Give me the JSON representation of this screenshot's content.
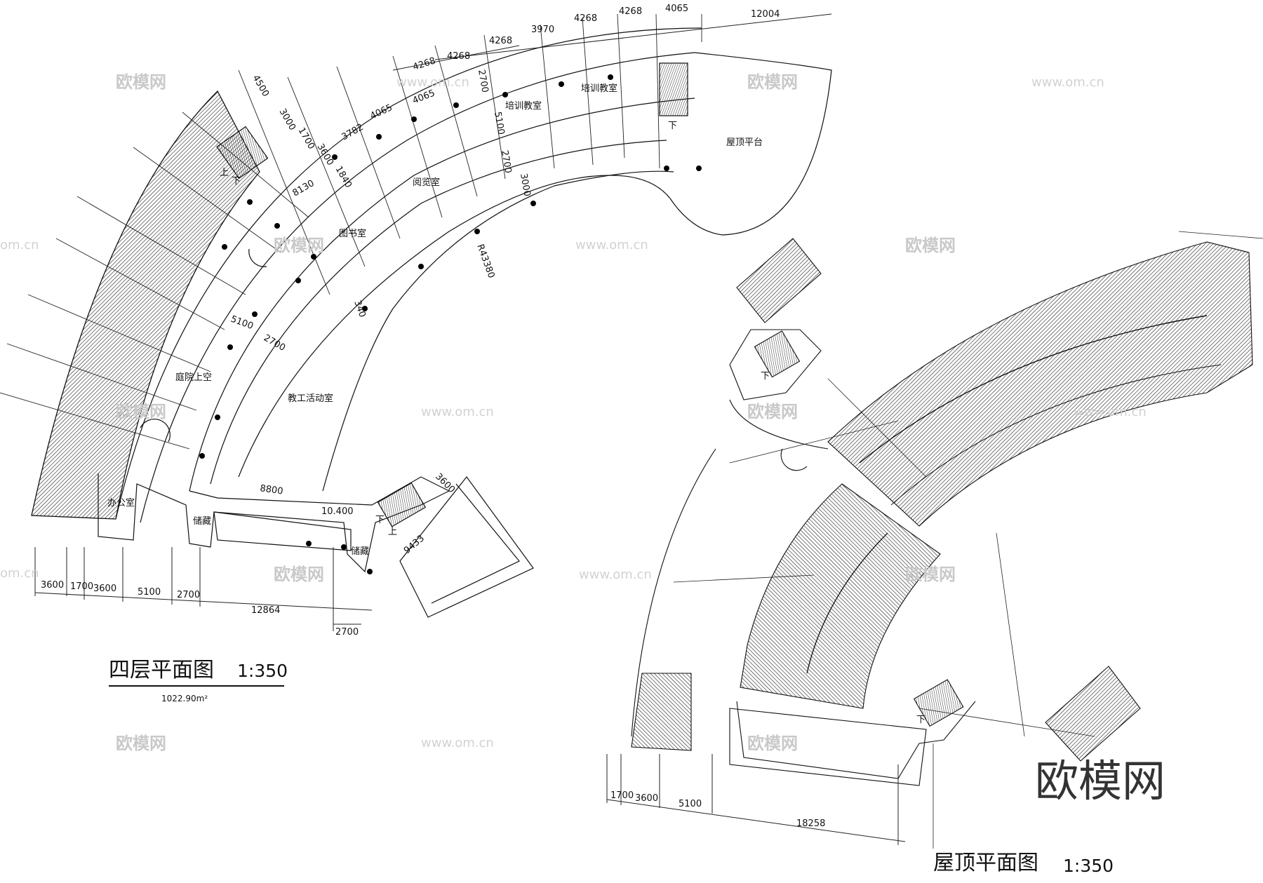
{
  "drawing": {
    "floor_plan": {
      "title": "四层平面图",
      "scale": "1:350",
      "area": "1022.90m²",
      "rooms": [
        {
          "label": "图书室"
        },
        {
          "label": "阅览室"
        },
        {
          "label": "培训教室"
        },
        {
          "label": "培训教室"
        },
        {
          "label": "屋顶平台"
        },
        {
          "label": "庭院上空"
        },
        {
          "label": "教工活动室"
        },
        {
          "label": "办公室"
        },
        {
          "label": "储藏"
        },
        {
          "label": "储藏"
        }
      ],
      "stair_marks": [
        "下",
        "上",
        "下",
        "下",
        "上"
      ],
      "top_dimensions": [
        "4268",
        "4268",
        "3970",
        "4268",
        "4268",
        "4065",
        "12004",
        "4268",
        "4065",
        "4065"
      ],
      "left_dimensions": [
        "4500",
        "3000",
        "1700",
        "3600",
        "1840",
        "3782",
        "8130"
      ],
      "inner_dimensions": [
        "2700",
        "5100",
        "2700",
        "3000",
        "5100",
        "2700",
        "8800",
        "10.400",
        "3600",
        "9433",
        "340",
        "R43380"
      ],
      "bottom_dimensions": [
        "3600",
        "1700",
        "3600",
        "5100",
        "2700",
        "12864",
        "2700"
      ]
    },
    "roof_plan": {
      "title": "屋顶平面图",
      "scale": "1:350",
      "stair_marks": [
        "下",
        "下"
      ],
      "bottom_dimensions": [
        "1700",
        "3600",
        "5100",
        "18258"
      ]
    },
    "watermarks": {
      "brand": "欧模网",
      "url": "www.om.cn",
      "url_short": "om.cn",
      "logo": "欧模网"
    }
  }
}
